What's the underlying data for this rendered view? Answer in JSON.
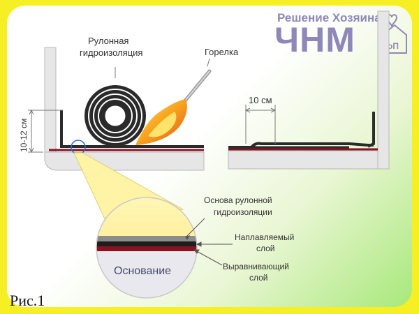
{
  "brand": {
    "tagline": "Решение Хозяина",
    "logo_text": "ЧНМ",
    "house_text": "оП",
    "color": "#8f87b8"
  },
  "labels": {
    "roll": [
      "Рулонная",
      "гидроизоляция"
    ],
    "torch": "Горелка",
    "height": "10-12 см",
    "overlap": "10 см",
    "base_layer": [
      "Основа рулонной",
      "гидроизоляции"
    ],
    "fused_layer": [
      "Наплавляемый",
      "слой"
    ],
    "leveling_layer": [
      "Выравнивающий",
      "слой"
    ],
    "foundation": "Основание"
  },
  "caption": "Рис.1",
  "colors": {
    "frame": "#f6ef24",
    "concrete": "#e6e6e6",
    "membrane": "#2b2b2b",
    "fused": "#8a1220",
    "zoom": "#fff3a6",
    "flame": "#f5a21a"
  }
}
